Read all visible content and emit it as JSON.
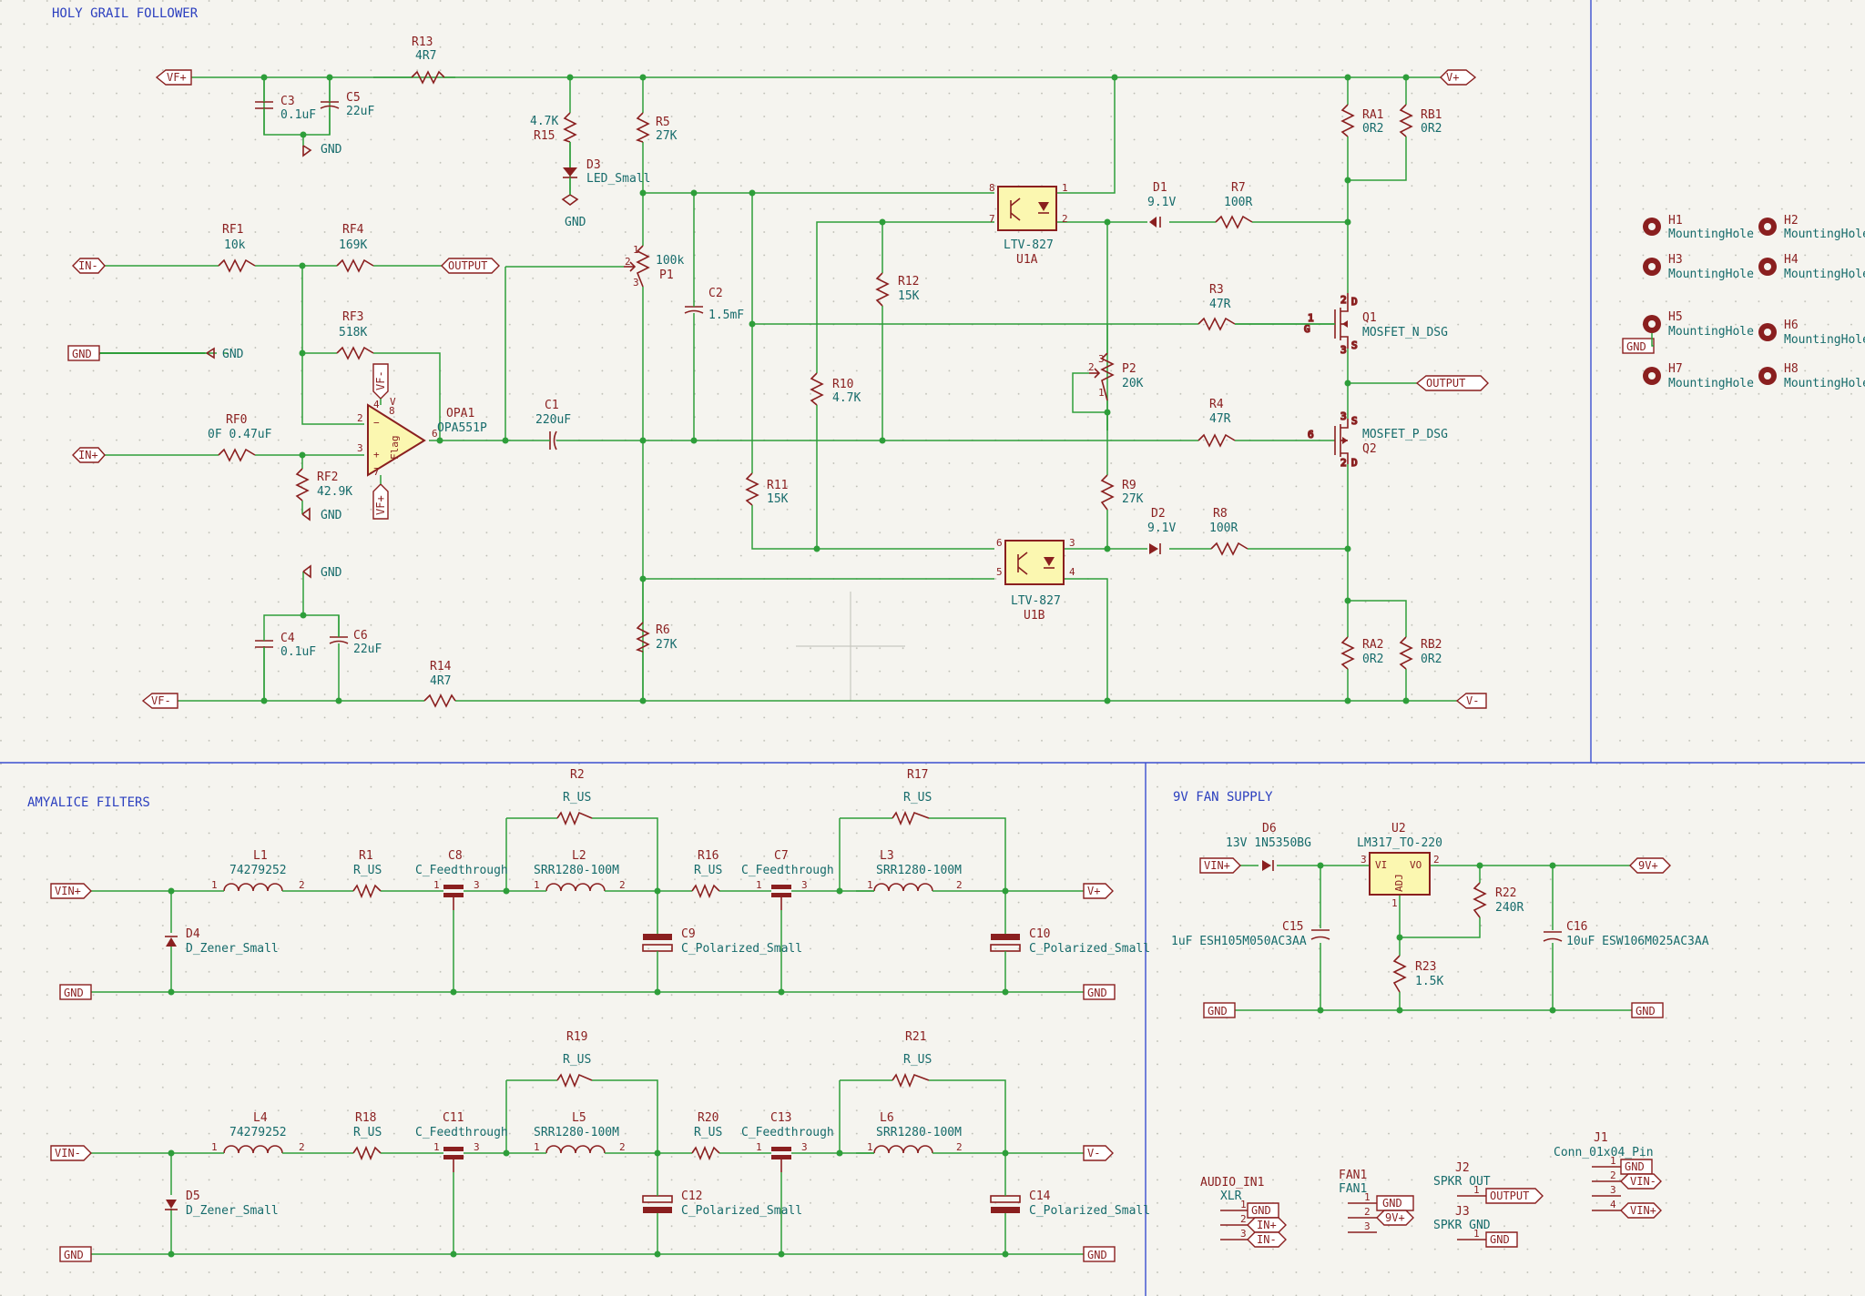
{
  "sections": {
    "holy_grail": "HOLY GRAIL FOLLOWER",
    "filters": "AMYALICE FILTERS",
    "fan": "9V FAN SUPPLY"
  },
  "colors": {
    "wire": "#2e9e3a",
    "component": "#8a1f1f",
    "value_text": "#166b6b",
    "section_text": "#2b3fbf",
    "ic_fill": "#fbf7b0",
    "background": "#f5f4ef"
  },
  "labels": {
    "vf_plus": "VF+",
    "vf_minus": "VF-",
    "in_minus": "IN-",
    "in_plus": "IN+",
    "gnd": "GND",
    "output": "OUTPUT",
    "v_plus": "V+",
    "v_minus": "V-",
    "vin_plus": "VIN+",
    "vin_minus": "VIN-",
    "nine_v_plus": "9V+"
  },
  "parts": {
    "R13": {
      "ref": "R13",
      "val": "4R7"
    },
    "C3": {
      "ref": "C3",
      "val": "0.1uF"
    },
    "C5": {
      "ref": "C5",
      "val": "22uF"
    },
    "R15": {
      "ref": "R15",
      "val": "4.7K"
    },
    "D3": {
      "ref": "D3",
      "val": "LED_Small"
    },
    "R5": {
      "ref": "R5",
      "val": "27K"
    },
    "U1A": {
      "ref": "U1A",
      "val": "LTV-827"
    },
    "D1": {
      "ref": "D1",
      "val": "9.1V"
    },
    "R7": {
      "ref": "R7",
      "val": "100R"
    },
    "RA1": {
      "ref": "RA1",
      "val": "0R2"
    },
    "RB1": {
      "ref": "RB1",
      "val": "0R2"
    },
    "RF1": {
      "ref": "RF1",
      "val": "10k"
    },
    "RF4": {
      "ref": "RF4",
      "val": "169K"
    },
    "P1": {
      "ref": "P1",
      "val": "100k"
    },
    "C2": {
      "ref": "C2",
      "val": "1.5mF"
    },
    "R12": {
      "ref": "R12",
      "val": "15K"
    },
    "R3": {
      "ref": "R3",
      "val": "47R"
    },
    "Q1": {
      "ref": "Q1",
      "val": "MOSFET_N_DSG"
    },
    "RF3": {
      "ref": "RF3",
      "val": "518K"
    },
    "P2": {
      "ref": "P2",
      "val": "20K"
    },
    "R10": {
      "ref": "R10",
      "val": "4.7K"
    },
    "OPA1": {
      "ref": "OPA1",
      "val": "OPA551P"
    },
    "C1": {
      "ref": "C1",
      "val": "220uF"
    },
    "R4": {
      "ref": "R4",
      "val": "47R"
    },
    "Q2": {
      "ref": "Q2",
      "val": "MOSFET_P_DSG"
    },
    "RF0": {
      "ref": "RF0",
      "val": "0F 0.47uF"
    },
    "RF2": {
      "ref": "RF2",
      "val": "42.9K"
    },
    "R11": {
      "ref": "R11",
      "val": "15K"
    },
    "R9": {
      "ref": "R9",
      "val": "27K"
    },
    "D2": {
      "ref": "D2",
      "val": "9.1V"
    },
    "R8": {
      "ref": "R8",
      "val": "100R"
    },
    "U1B": {
      "ref": "U1B",
      "val": "LTV-827"
    },
    "R6": {
      "ref": "R6",
      "val": "27K"
    },
    "C4": {
      "ref": "C4",
      "val": "0.1uF"
    },
    "C6": {
      "ref": "C6",
      "val": "22uF"
    },
    "R14": {
      "ref": "R14",
      "val": "4R7"
    },
    "RA2": {
      "ref": "RA2",
      "val": "0R2"
    },
    "RB2": {
      "ref": "RB2",
      "val": "0R2"
    },
    "L1": {
      "ref": "L1",
      "val": "74279252"
    },
    "R1": {
      "ref": "R1",
      "val": "R_US"
    },
    "C8": {
      "ref": "C8",
      "val": "C_Feedthrough"
    },
    "R2": {
      "ref": "R2",
      "val": "R_US"
    },
    "L2": {
      "ref": "L2",
      "val": "SRR1280-100M"
    },
    "R16": {
      "ref": "R16",
      "val": "R_US"
    },
    "C7": {
      "ref": "C7",
      "val": "C_Feedthrough"
    },
    "R17": {
      "ref": "R17",
      "val": "R_US"
    },
    "L3": {
      "ref": "L3",
      "val": "SRR1280-100M"
    },
    "D4": {
      "ref": "D4",
      "val": "D_Zener_Small"
    },
    "C9": {
      "ref": "C9",
      "val": "C_Polarized_Small"
    },
    "C10": {
      "ref": "C10",
      "val": "C_Polarized_Small"
    },
    "L4": {
      "ref": "L4",
      "val": "74279252"
    },
    "R18": {
      "ref": "R18",
      "val": "R_US"
    },
    "C11": {
      "ref": "C11",
      "val": "C_Feedthrough"
    },
    "R19": {
      "ref": "R19",
      "val": "R_US"
    },
    "L5": {
      "ref": "L5",
      "val": "SRR1280-100M"
    },
    "R20": {
      "ref": "R20",
      "val": "R_US"
    },
    "C13": {
      "ref": "C13",
      "val": "C_Feedthrough"
    },
    "R21": {
      "ref": "R21",
      "val": "R_US"
    },
    "L6": {
      "ref": "L6",
      "val": "SRR1280-100M"
    },
    "D5": {
      "ref": "D5",
      "val": "D_Zener_Small"
    },
    "C12": {
      "ref": "C12",
      "val": "C_Polarized_Small"
    },
    "C14": {
      "ref": "C14",
      "val": "C_Polarized_Small"
    },
    "D6": {
      "ref": "D6",
      "val": "13V 1N5350BG"
    },
    "U2": {
      "ref": "U2",
      "val": "LM317_TO-220"
    },
    "R22": {
      "ref": "R22",
      "val": "240R"
    },
    "C15": {
      "ref": "C15",
      "val": "1uF ESH105M050AC3AA"
    },
    "C16": {
      "ref": "C16",
      "val": "10uF ESW106M025AC3AA"
    },
    "R23": {
      "ref": "R23",
      "val": "1.5K"
    }
  },
  "mounting_holes": [
    {
      "ref": "H1",
      "val": "MountingHole"
    },
    {
      "ref": "H2",
      "val": "MountingHole"
    },
    {
      "ref": "H3",
      "val": "MountingHole"
    },
    {
      "ref": "H4",
      "val": "MountingHole"
    },
    {
      "ref": "H5",
      "val": "MountingHole"
    },
    {
      "ref": "H6",
      "val": "MountingHole"
    },
    {
      "ref": "H7",
      "val": "MountingHole"
    },
    {
      "ref": "H8",
      "val": "MountingHole"
    }
  ],
  "connectors": {
    "audio_in": {
      "ref": "AUDIO_IN1",
      "val": "XLR"
    },
    "fan": {
      "ref": "FAN1",
      "val": "FAN1"
    },
    "j2": {
      "ref": "J2",
      "val": "SPKR OUT"
    },
    "j3": {
      "ref": "J3",
      "val": "SPKR GND"
    },
    "j1": {
      "ref": "J1",
      "val": "Conn_01x04_Pin"
    }
  },
  "misc": {
    "vf_minus_short": "VF-",
    "vf_plus_short": "VF+",
    "v_text": "V",
    "flag": "Flag"
  }
}
